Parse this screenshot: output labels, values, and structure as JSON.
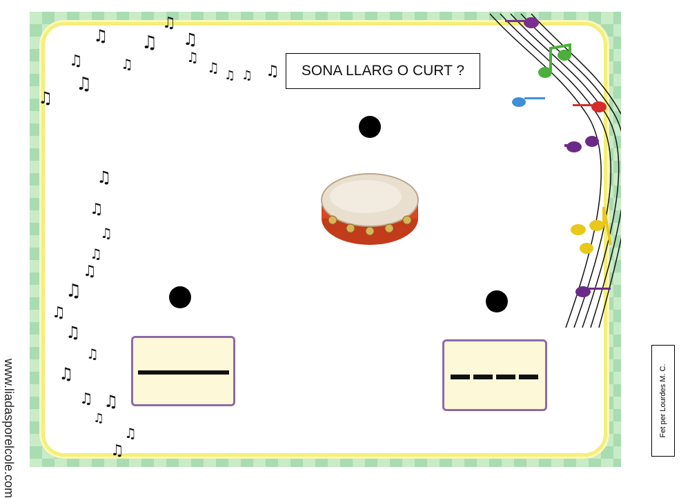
{
  "title": "SONA LLARG O CURT ?",
  "credit": "Fet per Lourdes M. C.",
  "side_text": "www.liadasporelcole.com",
  "instrument": "tambourine",
  "note_glyph": "♫",
  "cards": {
    "long": {
      "pattern": "long-line"
    },
    "short": {
      "pattern": "dashes",
      "dash_count": 4
    }
  },
  "colors": {
    "card_border": "#8b6aa8",
    "card_fill": "#fdf8d8",
    "frame_yellow": "#f4ef7a",
    "check_light": "#c8ebc8",
    "check_dark": "#a9dcb1"
  }
}
